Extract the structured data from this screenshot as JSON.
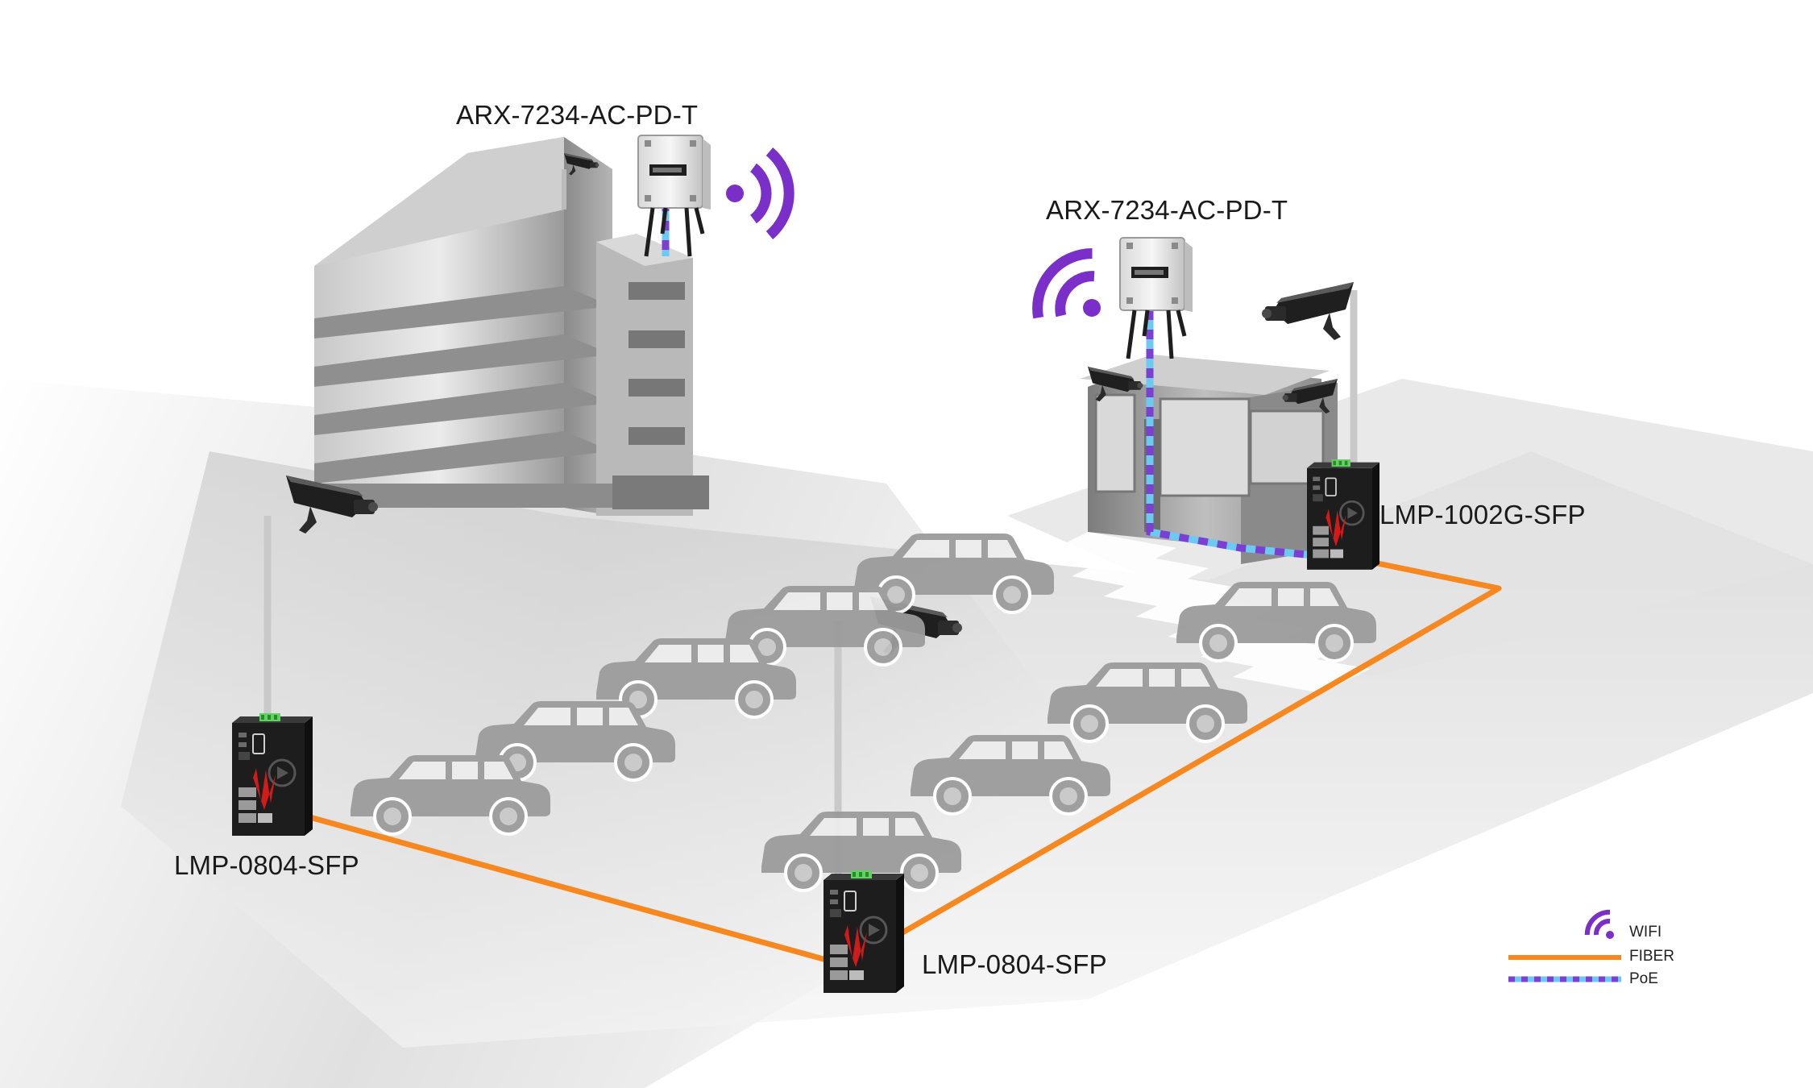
{
  "labels": {
    "ap_left": "ARX-7234-AC-PD-T",
    "ap_right": "ARX-7234-AC-PD-T",
    "switch_gate": "LMP-1002G-SFP",
    "switch_left": "LMP-0804-SFP",
    "switch_center": "LMP-0804-SFP"
  },
  "legend": {
    "wifi": "WIFI",
    "fiber": "FIBER",
    "poe": "PoE"
  },
  "colors": {
    "fiber": "#f7871f",
    "wifi": "#7b2fc9",
    "poe_a": "#7b3fd1",
    "poe_b": "#6cc9f0",
    "car": "#9a9a9a",
    "building": "#a9a9a9",
    "switch": "#1c1c1c",
    "accent": "#d11a1a"
  },
  "icons": {
    "wifi": "wifi-icon",
    "camera": "cctv-camera-icon",
    "car": "suv-car-icon",
    "access_point": "access-point-icon",
    "switch": "industrial-switch-icon",
    "building": "office-building-icon",
    "guardhouse": "gatehouse-icon"
  }
}
